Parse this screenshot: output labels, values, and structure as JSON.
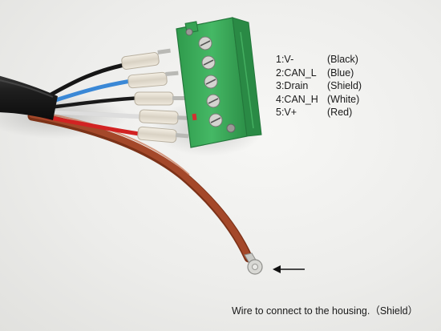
{
  "pins": [
    {
      "label": "1:V-",
      "color_name": "(Black)"
    },
    {
      "label": "2:CAN_L",
      "color_name": "(Blue)"
    },
    {
      "label": "3:Drain",
      "color_name": "(Shield)"
    },
    {
      "label": "4:CAN_H",
      "color_name": "(White)"
    },
    {
      "label": "5:V+",
      "color_name": "(Red)"
    }
  ],
  "caption": "Wire to connect to the housing.（Shield）",
  "colors": {
    "background": "#ececea",
    "connector": "#3cae5a",
    "cable_jacket": "#1c1c1c",
    "drain_wire": "#a4482a",
    "wire_blue": "#3a88d6",
    "wire_white": "#efefef",
    "wire_red": "#d22222",
    "wire_black": "#161616"
  }
}
